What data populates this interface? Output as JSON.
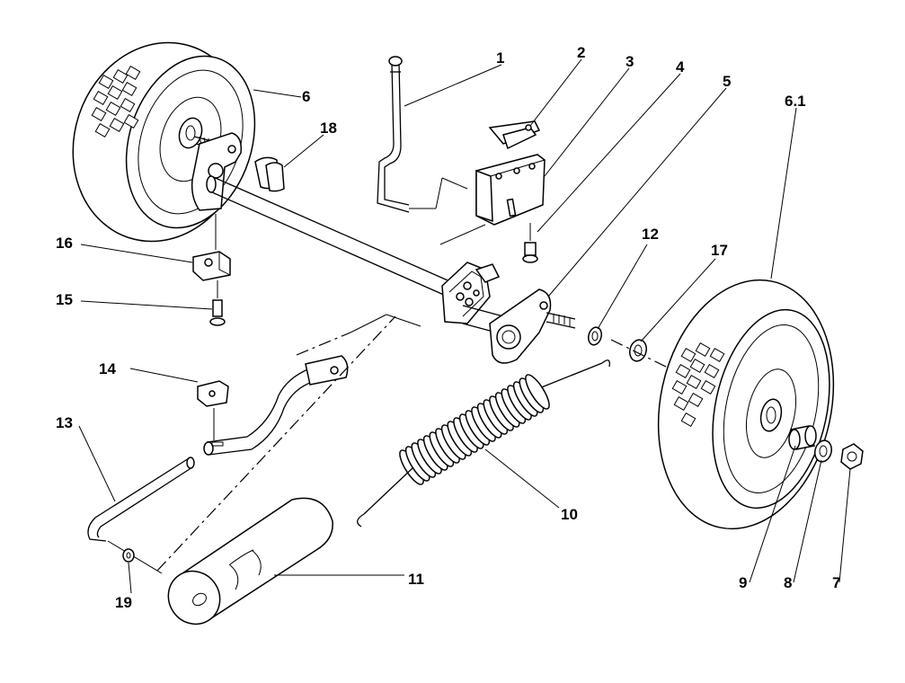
{
  "callouts": {
    "c1": "1",
    "c2": "2",
    "c3": "3",
    "c4": "4",
    "c5": "5",
    "c6": "6",
    "c6_1": "6.1",
    "c7": "7",
    "c8": "8",
    "c9": "9",
    "c10": "10",
    "c11": "11",
    "c12": "12",
    "c13": "13",
    "c14": "14",
    "c15": "15",
    "c16": "16",
    "c17": "17",
    "c18": "18",
    "c19": "19"
  }
}
